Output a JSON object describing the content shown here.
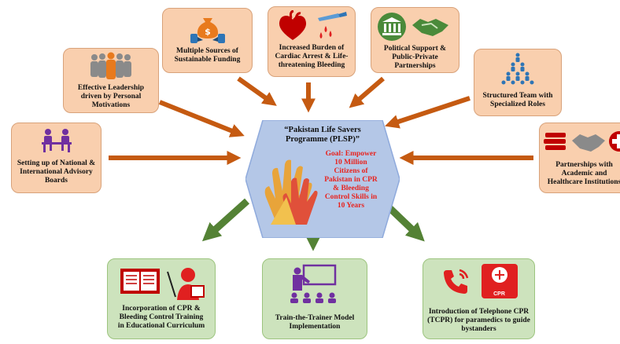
{
  "center": {
    "title": "“Pakistan Life Savers\nProgramme  (PLSP)”",
    "goal": "Goal: Empower\n10 Million\nCitizens of\nPakistan in CPR\n& Bleeding\nControl Skills in\n10 Years"
  },
  "inputs": [
    {
      "label": "Setting up of National &\nInternational Advisory\nBoards",
      "icon": "meeting-icon"
    },
    {
      "label": "Effective Leadership\ndriven by Personal\nMotivations",
      "icon": "team-leader-icon"
    },
    {
      "label": "Multiple Sources of\nSustainable Funding",
      "icon": "money-bag-icon"
    },
    {
      "label": "Increased Burden of\nCardiac Arrest & Life-\nthreatening Bleeding",
      "icon": "heart-bleeding-icon"
    },
    {
      "label": "Political Support &\nPublic-Private\nPartnerships",
      "icon": "government-handshake-icon"
    },
    {
      "label": "Structured Team with\nSpecialized Roles",
      "icon": "pyramid-team-icon"
    },
    {
      "label": "Partnerships with\nAcademic and\nHealthcare Institutions",
      "icon": "academic-health-icon"
    }
  ],
  "outputs": [
    {
      "label": "Incorporation of CPR &\nBleeding Control Training\nin Educational Curriculum",
      "icon": "education-icon"
    },
    {
      "label": "Train-the-Trainer Model\nImplementation",
      "icon": "trainer-icon"
    },
    {
      "label": "Introduction of Telephone CPR\n(TCPR) for paramedics to guide\nbystanders",
      "icon": "telephone-cpr-icon",
      "badge": "CPR"
    }
  ],
  "colors": {
    "input_box": "#f9cfae",
    "output_box": "#cde3bd",
    "input_arrow": "#c55a11",
    "output_arrow": "#548235",
    "hexagon": "#b4c7e7",
    "goal_text": "#e8231e",
    "icon_purple": "#7030a0",
    "icon_red": "#e02020",
    "icon_green": "#4a8a3a",
    "icon_blue": "#2e75b6"
  }
}
